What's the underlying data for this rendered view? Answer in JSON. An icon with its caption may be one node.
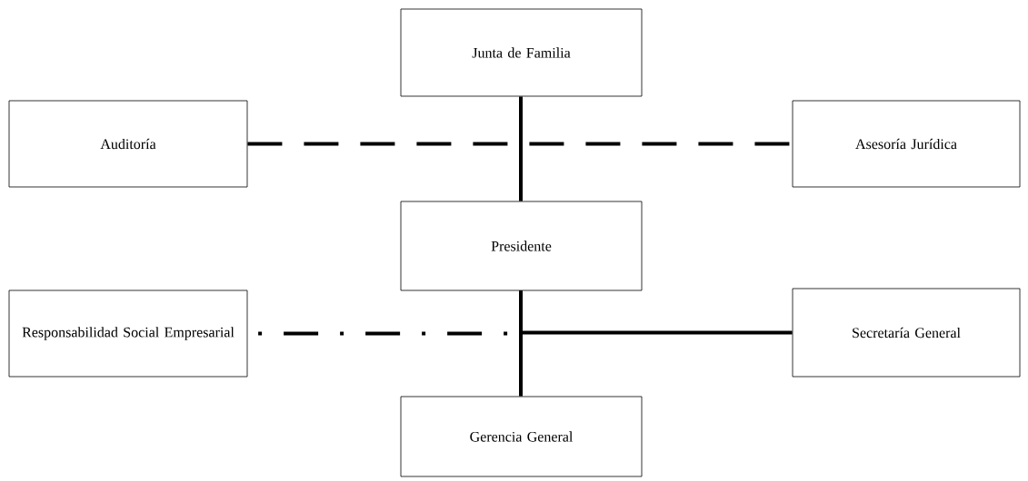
{
  "diagram": {
    "nodes": [
      {
        "text": [
          "Junta de Familia"
        ]
      },
      {
        "text": [
          "Auditoría"
        ]
      },
      {
        "text": [
          "Asesoría Jurídica"
        ]
      },
      {
        "text": [
          "Presidente"
        ]
      },
      {
        "text": [
          "Responsabilidad Social Empresarial"
        ]
      },
      {
        "text": [
          "Secretaría General"
        ]
      },
      {
        "text": [
          "Gerencia General"
        ]
      }
    ],
    "edges": [
      {
        "from": 0,
        "to": 3,
        "arrow": "none"
      },
      {
        "from": 1,
        "to": 2,
        "arrow": "none",
        "style": "dashed"
      },
      {
        "from": 3,
        "to": 6,
        "arrow": "none"
      },
      {
        "from": 3,
        "to": 4,
        "arrow": "none",
        "style": "dashed"
      },
      {
        "from": 3,
        "to": 5,
        "arrow": "none"
      }
    ]
  }
}
